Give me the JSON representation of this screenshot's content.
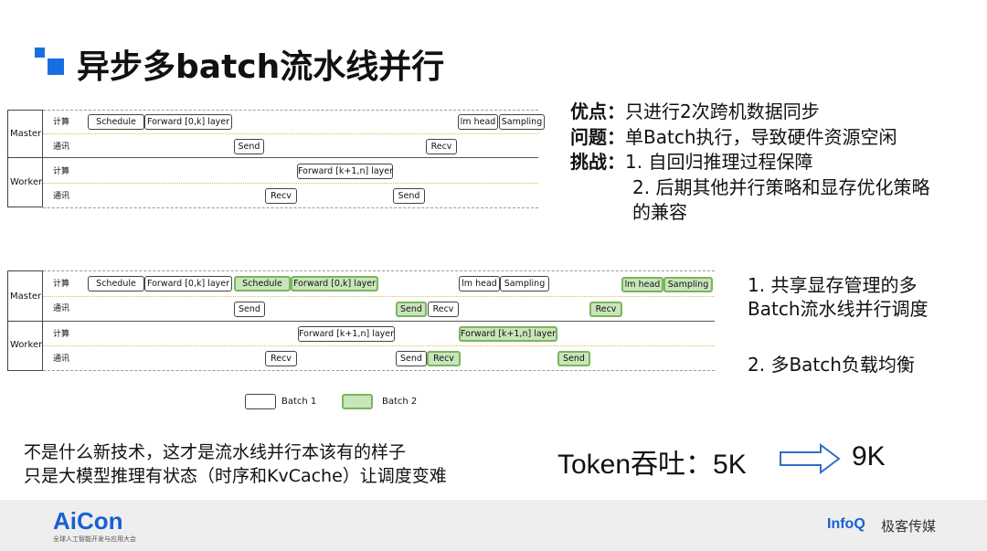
{
  "slide": {
    "title": "异步多batch流水线并行",
    "accent_color": "#1a6fe0"
  },
  "diagram_top": {
    "rows": {
      "master": "Master",
      "worker": "Worker"
    },
    "lanes": {
      "compute": "计算",
      "comm": "通讯"
    },
    "boxes": {
      "m_schedule": "Schedule",
      "m_forward": "Forward [0,k] layer",
      "m_lmhead": "lm head",
      "m_sampling": "Sampling",
      "m_send": "Send",
      "m_recv": "Recv",
      "w_forward": "Forward [k+1,n] layer",
      "w_recv": "Recv",
      "w_send": "Send"
    }
  },
  "diagram_bottom": {
    "rows": {
      "master": "Master",
      "worker": "Worker"
    },
    "lanes": {
      "compute": "计算",
      "comm": "通讯"
    },
    "boxes": {
      "m_schedule_1": "Schedule",
      "m_forward_1": "Forward [0,k] layer",
      "m_schedule_2": "Schedule",
      "m_forward_2": "Forward [0,k] layer",
      "m_lmhead_1": "lm head",
      "m_sampling_1": "Sampling",
      "m_lmhead_2": "lm head",
      "m_sampling_2": "Sampling",
      "m_send_1": "Send",
      "m_send_2": "Send",
      "m_recv_1": "Recv",
      "m_recv_2": "Recv",
      "w_forward_1": "Forward [k+1,n] layer",
      "w_forward_2": "Forward [k+1,n] layer",
      "w_recv_1": "Recv",
      "w_send_1": "Send",
      "w_recv_2": "Recv",
      "w_send_2": "Send"
    },
    "legend": {
      "batch1": "Batch 1",
      "batch2": "Batch 2"
    },
    "colors": {
      "batch2_fill": "#c9e5ba",
      "batch2_border": "#7ab55f"
    }
  },
  "right_panel_top": {
    "pros_label": "优点",
    "pros_text": "只进行2次跨机数据同步",
    "problem_label": "问题",
    "problem_text": "单Batch执行，导致硬件资源空闲",
    "challenge_label": "挑战",
    "challenge_1": "1. 自回归推理过程保障",
    "challenge_2a": "2. 后期其他并行策略和显存优化策略",
    "challenge_2b": "的兼容"
  },
  "right_panel_bottom": {
    "point_1a": "1. 共享显存管理的多",
    "point_1b": "Batch流水线并行调度",
    "point_2": "2. 多Batch负载均衡"
  },
  "bottom_note": {
    "line1": "不是什么新技术，这才是流水线并行本该有的样子",
    "line2": "只是大模型推理有状态（时序和KvCache）让调度变难"
  },
  "throughput": {
    "label": "Token吞吐：5K",
    "result": "9K"
  },
  "footer": {
    "brand": "AiCon",
    "brand_sub": "全球人工智能开发与应用大会",
    "infoq": "InfoQ",
    "geek": "极客传媒"
  }
}
